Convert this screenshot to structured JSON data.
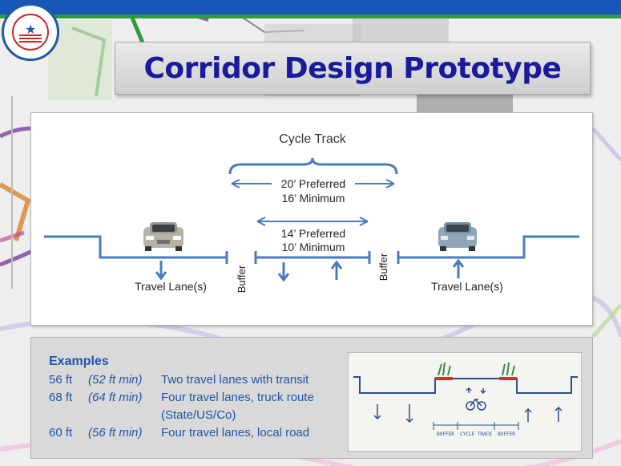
{
  "slide": {
    "title": "Corridor Design Prototype",
    "colors": {
      "title_text": "#1a1a9c",
      "diagram_blue": "#4a7bbd",
      "examples_text": "#1f55a8",
      "top_bar": "#1757b8",
      "logo": "seal-icon"
    }
  },
  "diagram": {
    "cycle_track_label": "Cycle Track",
    "outer_width": {
      "preferred": "20’ Preferred",
      "minimum": "16’ Minimum"
    },
    "inner_width": {
      "preferred": "14’ Preferred",
      "minimum": "10’ Minimum"
    },
    "buffer_left": "Buffer",
    "buffer_right": "Buffer",
    "travel_lane_left": "Travel Lane(s)",
    "travel_lane_right": "Travel Lane(s)"
  },
  "examples": {
    "heading": "Examples",
    "rows": [
      {
        "width": "56 ft",
        "min": "(52 ft min)",
        "description": "Two travel lanes with transit"
      },
      {
        "width": "68 ft",
        "min": "(64 ft min)",
        "description": "Four travel lanes, truck route"
      },
      {
        "width": "",
        "min": "",
        "description": "(State/US/Co)"
      },
      {
        "width": "60 ft",
        "min": "(56 ft min)",
        "description": "Four travel lanes, local road"
      }
    ],
    "sketch_labels": {
      "buffer_left": "BUFFER",
      "cycle_track": "CYCLE TRACK",
      "buffer_right": "BUFFER"
    }
  }
}
